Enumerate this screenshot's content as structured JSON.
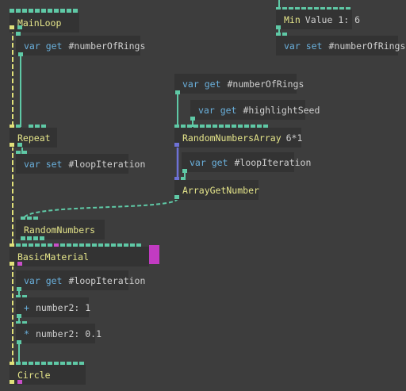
{
  "nodes": {
    "mainloop": {
      "label": "MainLoop"
    },
    "get_rings": {
      "kw": "var get",
      "arg": "#numberOfRings"
    },
    "repeat": {
      "label": "Repeat"
    },
    "set_loop": {
      "kw": "var set",
      "arg": "#loopIteration"
    },
    "min": {
      "label": "Min",
      "arg": "Value 1: 6"
    },
    "set_rings": {
      "kw": "var set",
      "arg": "#numberOfRings"
    },
    "get_rings2": {
      "kw": "var get",
      "arg": "#numberOfRings"
    },
    "get_seed": {
      "kw": "var get",
      "arg": "#highlightSeed"
    },
    "random_array": {
      "label": "RandomNumbersArray",
      "arg": "6*1"
    },
    "get_loop": {
      "kw": "var get",
      "arg": "#loopIteration"
    },
    "array_get": {
      "label": "ArrayGetNumber"
    },
    "random_numbers": {
      "label": "RandomNumbers"
    },
    "basic_material": {
      "label": "BasicMaterial"
    },
    "get_loop2": {
      "kw": "var get",
      "arg": "#loopIteration"
    },
    "plus": {
      "sym": "+",
      "arg": "number2: 1"
    },
    "times": {
      "sym": "*",
      "arg": "number2: 0.1"
    },
    "circle": {
      "label": "Circle"
    }
  },
  "colors": {
    "background": "#3d3d3d",
    "node": "#333333",
    "op_text": "#e5e58a",
    "keyword": "#6ab0dc",
    "port_value": "#5fc9a6",
    "port_trigger": "#e0e07a",
    "port_object": "#c94fc9",
    "port_array": "#6e72d6",
    "swatch": "#c23bc2"
  }
}
